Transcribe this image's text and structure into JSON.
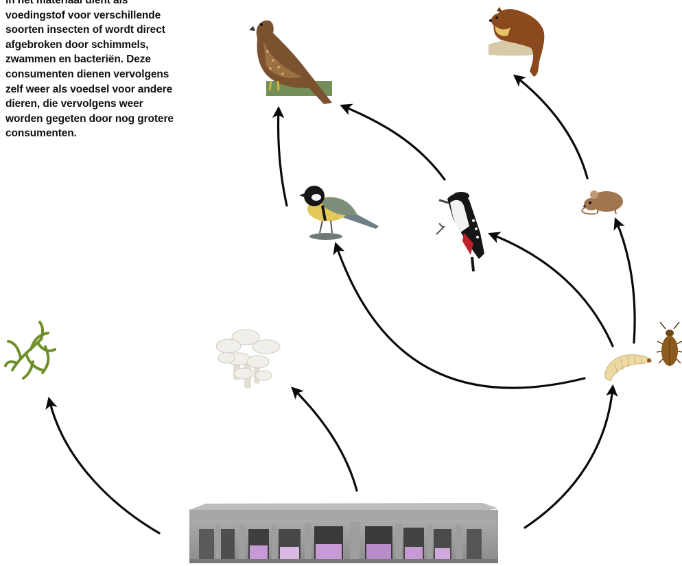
{
  "caption": {
    "text": "in het materiaal dient als\nvoedingstof voor verschillende\nsoorten insecten of wordt direct\nafgebroken door schimmels,\nzwammen en bacteriën. Deze\nconsumenten dienen vervolgens\nzelf weer als voedsel voor andere\ndieren, die vervolgens weer\nworden gegeten door nog grotere\nconsumenten."
  },
  "nodes": [
    {
      "id": "building",
      "icon": "building-icon"
    },
    {
      "id": "moss",
      "icon": "moss-icon"
    },
    {
      "id": "mushrooms",
      "icon": "mushroom-icon"
    },
    {
      "id": "larva",
      "icon": "larva-icon"
    },
    {
      "id": "beetle",
      "icon": "beetle-icon"
    },
    {
      "id": "great-tit",
      "icon": "great-tit-icon"
    },
    {
      "id": "woodpecker",
      "icon": "woodpecker-icon"
    },
    {
      "id": "mouse",
      "icon": "mouse-icon"
    },
    {
      "id": "buzzard",
      "icon": "buzzard-icon"
    },
    {
      "id": "marten",
      "icon": "marten-icon"
    }
  ],
  "edges": [
    {
      "from": "building",
      "to": "moss"
    },
    {
      "from": "building",
      "to": "mushrooms"
    },
    {
      "from": "building",
      "to": "larva"
    },
    {
      "from": "larva",
      "to": "great-tit"
    },
    {
      "from": "larva",
      "to": "woodpecker"
    },
    {
      "from": "larva",
      "to": "mouse"
    },
    {
      "from": "great-tit",
      "to": "buzzard"
    },
    {
      "from": "woodpecker",
      "to": "buzzard"
    },
    {
      "from": "mouse",
      "to": "marten"
    }
  ],
  "colors": {
    "arrow": "#0a0a0a",
    "building_wall": "#9a9a9a",
    "building_glass": "#c79ad6",
    "moss": "#6f8f2a",
    "mushroom": "#ece9e2",
    "larva": "#ecd9a4",
    "beetle": "#8a5a1e",
    "great_tit_yellow": "#e3c95a",
    "woodpecker_red": "#c0202a",
    "mouse": "#a07650",
    "buzzard": "#7a5230",
    "marten": "#8a4a1e"
  }
}
